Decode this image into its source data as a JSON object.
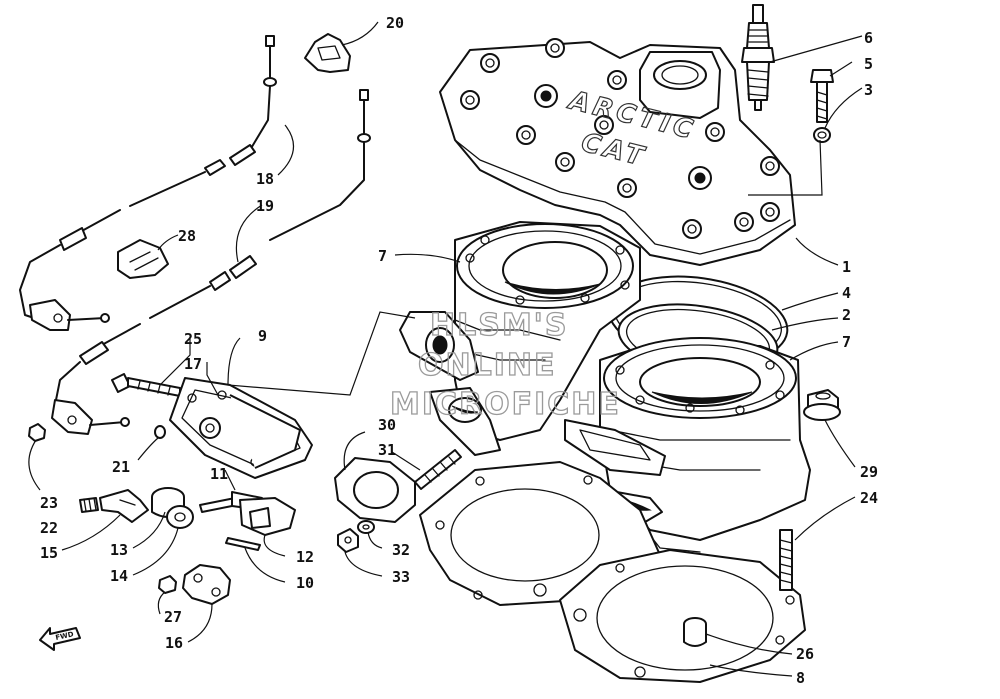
{
  "watermark": {
    "line1": "HLSM'S",
    "line2": "ONLINE",
    "line3": "MICROFICHE"
  },
  "head_lettering": {
    "brand": "ARCTIC",
    "model": "CAT"
  },
  "front_arrow": {
    "text": "FWD"
  },
  "callouts": [
    {
      "id": "c1",
      "label": "1"
    },
    {
      "id": "c2",
      "label": "2"
    },
    {
      "id": "c3",
      "label": "3"
    },
    {
      "id": "c4",
      "label": "4"
    },
    {
      "id": "c5",
      "label": "5"
    },
    {
      "id": "c6",
      "label": "6"
    },
    {
      "id": "c7a",
      "label": "7"
    },
    {
      "id": "c7b",
      "label": "7"
    },
    {
      "id": "c8",
      "label": "8"
    },
    {
      "id": "c9",
      "label": "9"
    },
    {
      "id": "c10",
      "label": "10"
    },
    {
      "id": "c11",
      "label": "11"
    },
    {
      "id": "c12",
      "label": "12"
    },
    {
      "id": "c13",
      "label": "13"
    },
    {
      "id": "c14",
      "label": "14"
    },
    {
      "id": "c15",
      "label": "15"
    },
    {
      "id": "c16",
      "label": "16"
    },
    {
      "id": "c17",
      "label": "17"
    },
    {
      "id": "c18",
      "label": "18"
    },
    {
      "id": "c19",
      "label": "19"
    },
    {
      "id": "c20",
      "label": "20"
    },
    {
      "id": "c21",
      "label": "21"
    },
    {
      "id": "c22",
      "label": "22"
    },
    {
      "id": "c23",
      "label": "23"
    },
    {
      "id": "c24",
      "label": "24"
    },
    {
      "id": "c25",
      "label": "25"
    },
    {
      "id": "c26",
      "label": "26"
    },
    {
      "id": "c27",
      "label": "27"
    },
    {
      "id": "c28",
      "label": "28"
    },
    {
      "id": "c29",
      "label": "29"
    },
    {
      "id": "c30",
      "label": "30"
    },
    {
      "id": "c31",
      "label": "31"
    },
    {
      "id": "c32",
      "label": "32"
    },
    {
      "id": "c33",
      "label": "33"
    }
  ]
}
